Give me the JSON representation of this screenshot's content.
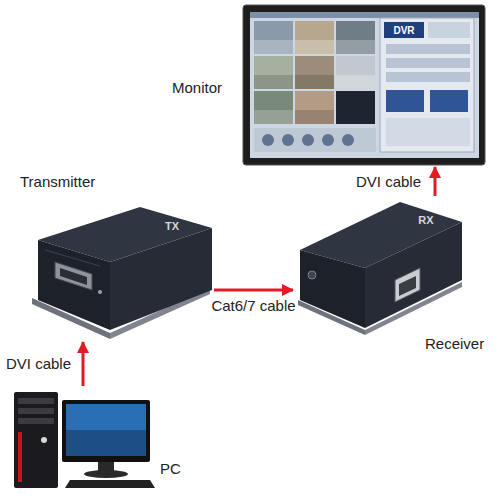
{
  "diagram": {
    "nodes": [
      {
        "text": [
          "Monitor"
        ]
      },
      {
        "text": [
          "Transmitter"
        ]
      },
      {
        "text": [
          "Receiver"
        ]
      },
      {
        "text": [
          "PC"
        ]
      }
    ],
    "edges": [
      {
        "from": 3,
        "to": 1,
        "arrow": "to",
        "label": "DVI cable"
      },
      {
        "from": 1,
        "to": 2,
        "arrow": "to",
        "label": "Cat6/7 cable"
      },
      {
        "from": 2,
        "to": 0,
        "arrow": "to",
        "label": "DVI cable"
      }
    ],
    "labels": [
      "TX",
      "RX",
      "DVR"
    ]
  }
}
